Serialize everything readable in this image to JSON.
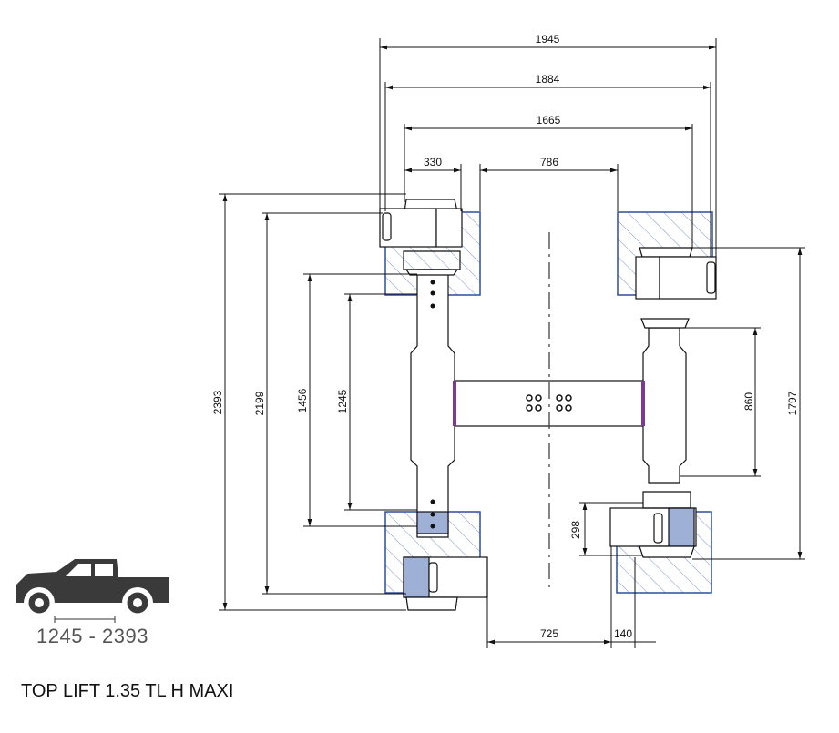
{
  "dimensions": {
    "w1945": "1945",
    "w1884": "1884",
    "w1665": "1665",
    "w330": "330",
    "w786": "786",
    "h2393": "2393",
    "h2199": "2199",
    "h1456": "1456",
    "h1245": "1245",
    "h860": "860",
    "h1797": "1797",
    "h298": "298",
    "w725": "725",
    "w140": "140"
  },
  "vehicle_range": "1245 - 2393",
  "model_name": "TOP LIFT 1.35 TL H MAXI",
  "colors": {
    "pad_blue": "#2f4f9a",
    "line": "#111111",
    "hatch": "#7f93c0",
    "purple": "#7b3b8f"
  }
}
